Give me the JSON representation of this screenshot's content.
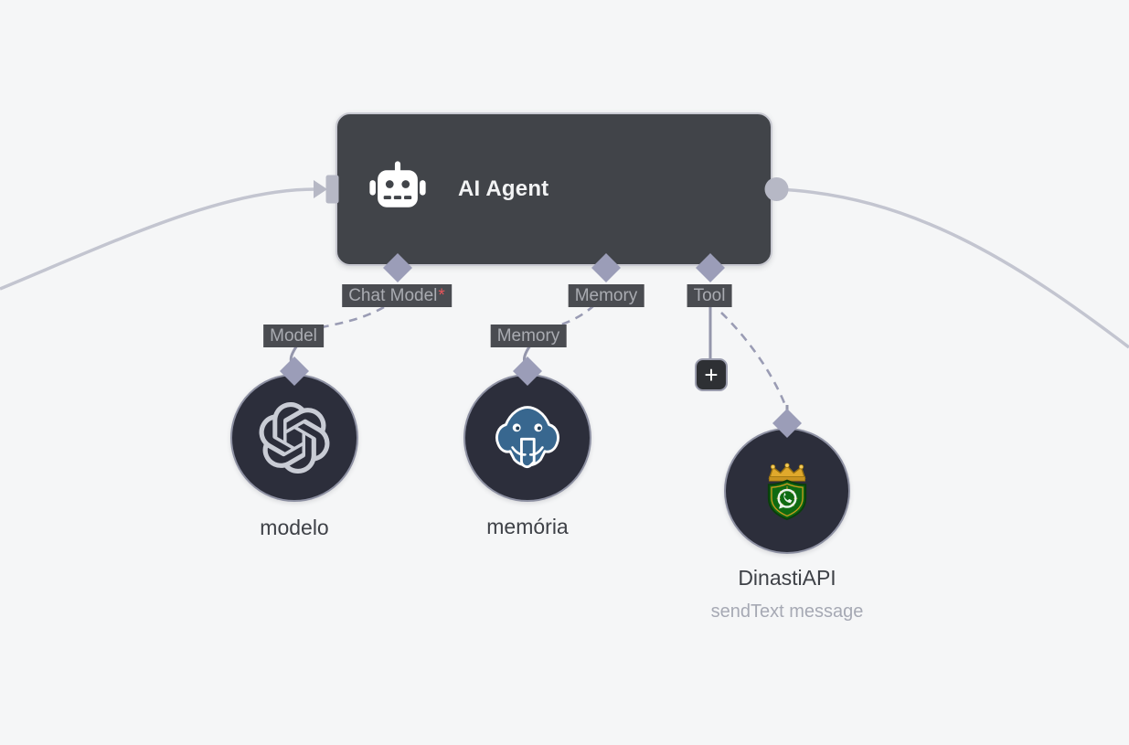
{
  "canvas": {
    "background_color": "#f5f6f7",
    "type_hint": "n8n-style workflow editor canvas"
  },
  "agent": {
    "title": "AI Agent",
    "icon": "robot-icon",
    "ports": {
      "chat_model": {
        "label": "Chat Model",
        "required_marker": "*"
      },
      "memory": {
        "label": "Memory"
      },
      "tool": {
        "label": "Tool"
      }
    }
  },
  "input_labels": {
    "model": "Model",
    "memory": "Memory"
  },
  "sub_nodes": {
    "model": {
      "name": "modelo",
      "icon": "openai-logo-icon"
    },
    "memory": {
      "name": "memória",
      "icon": "postgresql-elephant-icon"
    },
    "tool": {
      "name": "DinastiAPI",
      "subtitle": "sendText message",
      "icon": "dinasti-crown-shield-icon"
    }
  },
  "add_tool_button": {
    "label": "+"
  },
  "colors": {
    "node_background": "#414449",
    "node_border": "#c9cad2",
    "circle_background": "#2c2e3b",
    "circle_border": "#8e91a3",
    "wire": "#c3c5d0",
    "dashed_wire": "#9a9cb4",
    "endpoint_diamond": "#9b9db8",
    "port_connector": "#b6b8c5",
    "label_background": "#4a4c51",
    "label_text": "#a9abb1",
    "required_asterisk": "#e8555a",
    "title_text": "#f2f3f4",
    "caption_text": "#3e4147",
    "subtitle_text": "#a6a9b4",
    "postgres_blue": "#38678f",
    "shield_green": "#0f6b12",
    "crown_gold": "#e0a92c"
  }
}
